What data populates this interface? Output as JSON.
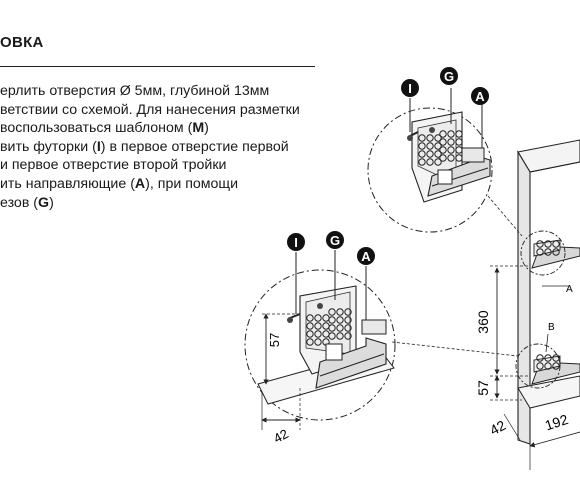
{
  "section": {
    "title": "ОВКА"
  },
  "instructions": [
    {
      "before": "ерлить отверстия Ø 5мм, глубиной 13мм",
      "bold": "",
      "after": ""
    },
    {
      "before": "ветствии со схемой. Для нанесения разметки",
      "bold": "",
      "after": ""
    },
    {
      "before": "воспользоваться шаблоном (",
      "bold": "M",
      "after": ")"
    },
    {
      "before": "вить футорки (",
      "bold": "I",
      "after": ") в первое отверстие первой"
    },
    {
      "before": " и первое отверстие второй тройки",
      "bold": "",
      "after": ""
    },
    {
      "before": "ить направляющие (",
      "bold": "A",
      "after": "), при помощи"
    },
    {
      "before": "езов (",
      "bold": "G",
      "after": ")"
    }
  ],
  "callouts": {
    "insert": "I",
    "screw": "G",
    "runner": "A"
  },
  "markers": {
    "a": "A",
    "b": "B"
  },
  "dimensions": {
    "hole_height": "57",
    "runner_spacing": "360",
    "bottom_offset": "57",
    "edge_offset_left": "42",
    "edge_offset_right": "42",
    "depth": "192"
  }
}
